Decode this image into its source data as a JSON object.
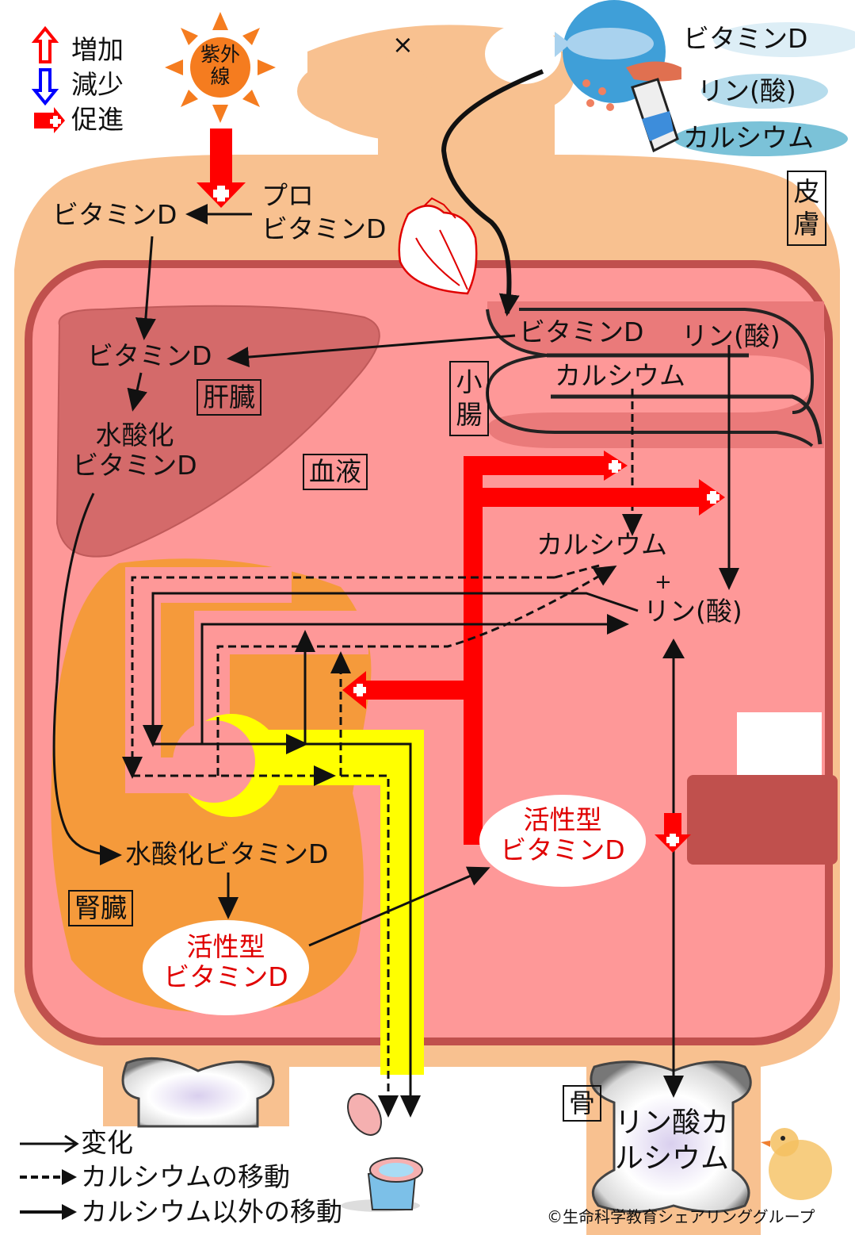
{
  "legend_top": {
    "increase": "増加",
    "decrease": "減少",
    "promote": "促進"
  },
  "sun": {
    "label_line1": "紫外",
    "label_line2": "線"
  },
  "mouth": {
    "mark": "×"
  },
  "food": {
    "vitamin_d": "ビタミンD",
    "phosphate": "リン(酸)",
    "calcium": "カルシウム"
  },
  "skin": {
    "label_line1": "皮",
    "label_line2": "膚",
    "vitamin_d": "ビタミンD",
    "provitamin_line1": "プロ",
    "provitamin_line2": "ビタミンD"
  },
  "liver": {
    "label": "肝臓",
    "vitamin_d": "ビタミンD",
    "hydroxy_line1": "水酸化",
    "hydroxy_line2": "ビタミンD"
  },
  "blood": {
    "label": "血液",
    "calcium": "カルシウム",
    "plus": "+",
    "phosphate": "リン(酸)",
    "active_line1": "活性型",
    "active_line2": "ビタミンD"
  },
  "intestine": {
    "label_line1": "小",
    "label_line2": "腸",
    "vitamin_d": "ビタミンD",
    "phosphate": "リン(酸)",
    "calcium": "カルシウム"
  },
  "kidney": {
    "label": "腎臓",
    "hydroxy": "水酸化ビタミンD",
    "active_line1": "活性型",
    "active_line2": "ビタミンD"
  },
  "bone": {
    "label": "骨",
    "content_line1": "リン酸カ",
    "content_line2": "ルシウム"
  },
  "legend_bottom": {
    "change": "変化",
    "calcium_move": "カルシウムの移動",
    "other_move": "カルシウム以外の移動"
  },
  "credit": "©生命科学教育シェアリンググループ",
  "colors": {
    "skin": "#f8c190",
    "blood": "#fe9898",
    "blood_border": "#c0504d",
    "liver": "#d46a6a",
    "kidney": "#f59a3b",
    "intestine": "#ea7a7a",
    "promote": "#ff0000",
    "urine": "#ffff00",
    "increase": "#ff0000",
    "decrease": "#0000ff"
  }
}
